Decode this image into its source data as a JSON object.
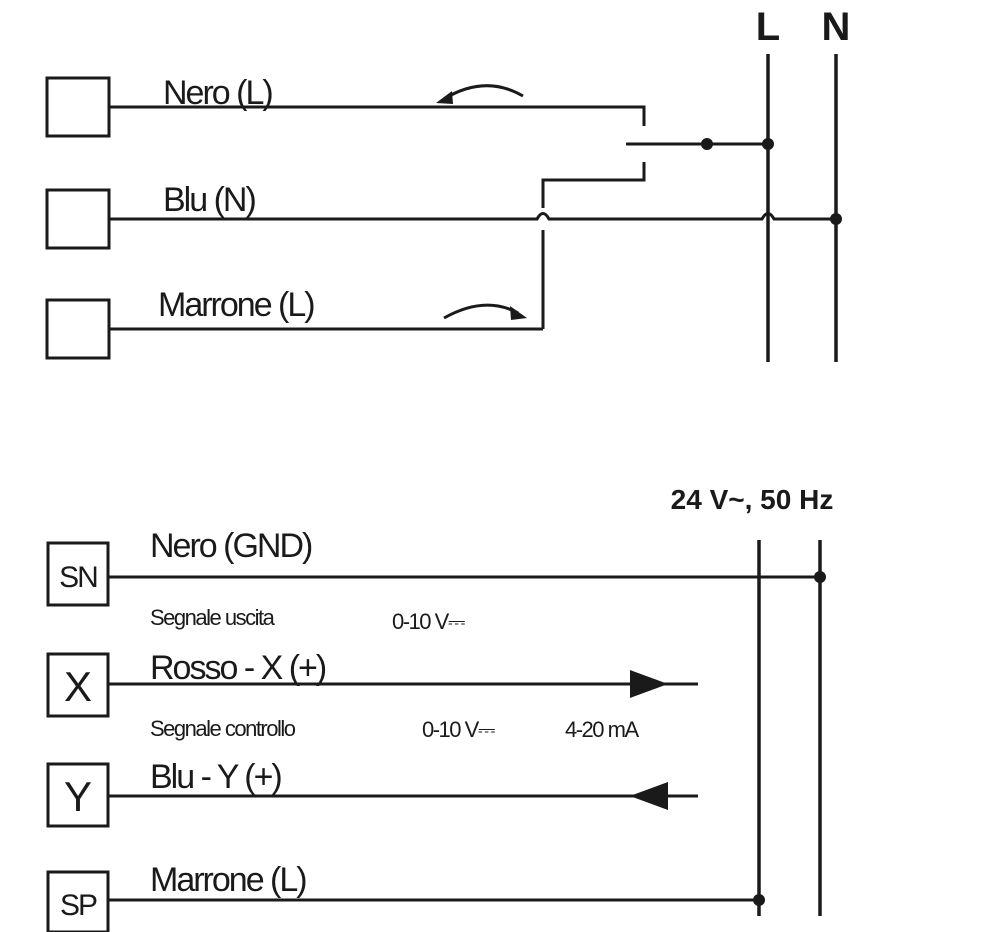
{
  "top": {
    "supply": {
      "line": "L",
      "neutral": "N"
    },
    "wires": [
      {
        "label": "Nero (L)"
      },
      {
        "label": "Blu (N)"
      },
      {
        "label": "Marrone (L)"
      }
    ]
  },
  "bottom": {
    "supply": "24 V~, 50 Hz",
    "terminals": [
      {
        "code": "SN",
        "label": "Nero (GND)"
      },
      {
        "code": "X",
        "label": "Rosso - X (+)"
      },
      {
        "code": "Y",
        "label": "Blu - Y (+)"
      },
      {
        "code": "SP",
        "label": "Marrone (L)"
      }
    ],
    "signal_output": {
      "label": "Segnale uscita",
      "range": "0-10 V⎓"
    },
    "signal_control": {
      "label": "Segnale controllo",
      "range": "0-10 V⎓",
      "alt_range": "4-20 mA"
    }
  }
}
